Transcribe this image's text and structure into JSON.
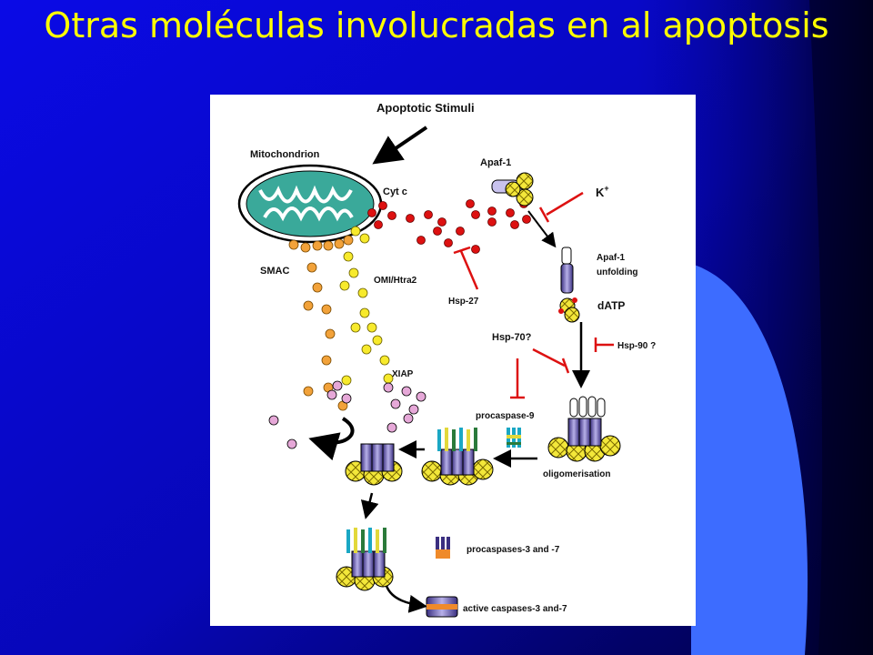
{
  "slide": {
    "title": "Otras moléculas involucradas en al apoptosis"
  },
  "colors": {
    "title_text": "#ffff00",
    "background_top": "#0000ee",
    "background_bottom": "#000066",
    "accent_curve": "#3f6fff",
    "mitochondrion": "#3aa99a",
    "cytochrome_c": "#dd1111",
    "smac": "#f2a23a",
    "omi_htra2": "#f7ea2c",
    "inhibition": "#dd1111"
  },
  "diagram": {
    "labels": {
      "apoptotic_stimuli": "Apoptotic Stimuli",
      "mitochondrion": "Mitochondrion",
      "cyt_c": "Cyt c",
      "apaf1": "Apaf-1",
      "k_plus": "K",
      "k_plus_sup": "+",
      "apaf1_unfolding_1": "Apaf-1",
      "apaf1_unfolding_2": "unfolding",
      "datp": "dATP",
      "smac": "SMAC",
      "omi_htra2": "OMI/Htra2",
      "hsp27": "Hsp-27",
      "hsp70": "Hsp-70?",
      "hsp90": "Hsp-90 ?",
      "xiap": "XIAP",
      "procaspase9": "procaspase-9",
      "oligomerisation": "oligomerisation",
      "procaspases_3_7": "procaspases-3 and -7",
      "active_caspases_3_7": "active caspases-3 and-7"
    }
  }
}
